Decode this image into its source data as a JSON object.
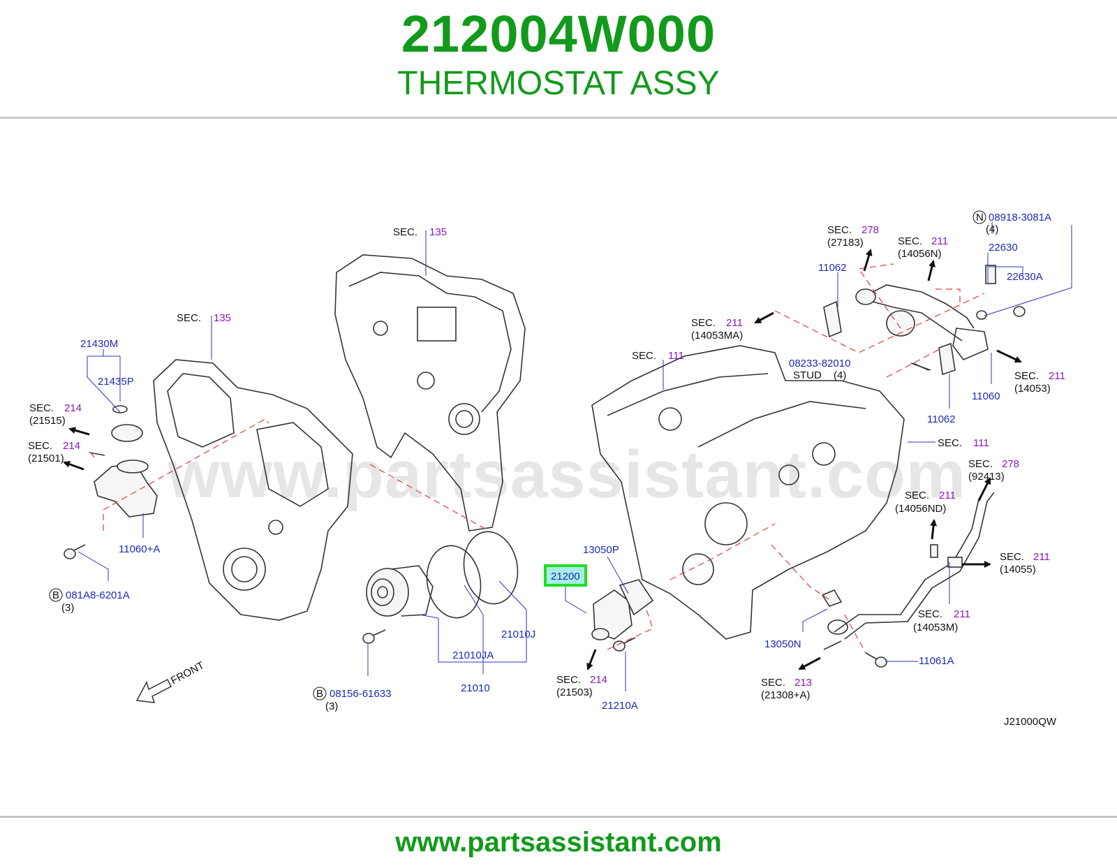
{
  "header": {
    "part_number": "212004W000",
    "part_name": "THERMOSTAT ASSY"
  },
  "footer": {
    "url": "www.partsassistant.com"
  },
  "watermark": "www.partsassistant.com",
  "diagram": {
    "code": "J21000QW",
    "front_label": "FRONT",
    "highlight_part": "21200",
    "colors": {
      "brand": "#119a1b",
      "part_label": "#1b2bb8",
      "section_ref": "#8a16c0",
      "leader": "#2a36b8",
      "phantom_line": "#e23a3a",
      "highlight_box": "#22dd22",
      "highlight_fill": "#a8ece8"
    },
    "sec_word": "SEC.",
    "sections": {
      "s135a": {
        "num": "135"
      },
      "s135b": {
        "num": "135"
      },
      "s214a": {
        "num": "214",
        "ref": "(21515)"
      },
      "s214b": {
        "num": "214",
        "ref": "(21501)"
      },
      "s214c": {
        "num": "214",
        "ref": "(21503)"
      },
      "s278a": {
        "num": "278",
        "ref": "(27183)"
      },
      "s211a": {
        "num": "211",
        "ref": "(14056N)"
      },
      "s211b": {
        "num": "211",
        "ref": "(14053MA)"
      },
      "s111a": {
        "num": "111"
      },
      "s211c": {
        "num": "211",
        "ref": "(14053)"
      },
      "s111b": {
        "num": "111"
      },
      "s278b": {
        "num": "278",
        "ref": "(92413)"
      },
      "s211d": {
        "num": "211",
        "ref": "(14056ND)"
      },
      "s211e": {
        "num": "211",
        "ref": "(14055)"
      },
      "s211f": {
        "num": "211",
        "ref": "(14053M)"
      },
      "s213": {
        "num": "213",
        "ref": "(21308+A)"
      }
    },
    "parts": {
      "p21430M": "21430M",
      "p21435P": "21435P",
      "p11060A": "11060+A",
      "p081A8": "081A8-6201A",
      "p081A8_qty": "(3)",
      "p08156": "08156-61633",
      "p08156_qty": "(3)",
      "p21010JA": "21010JA",
      "p21010J": "21010J",
      "p21010": "21010",
      "p13050P": "13050P",
      "p21200": "21200",
      "p21210A": "21210A",
      "p11062a": "11062",
      "p11062b": "11062",
      "p08918": "08918-3081A",
      "p08918_qty": "(4)",
      "p22630": "22630",
      "p22630A": "22630A",
      "p08233": "08233-82010",
      "p08233_stud": "STUD",
      "p08233_qty": "(4)",
      "p11060": "11060",
      "p13050N": "13050N",
      "p11061A": "11061A"
    },
    "markers": {
      "b1": "B",
      "b2": "B",
      "n1": "N"
    }
  }
}
